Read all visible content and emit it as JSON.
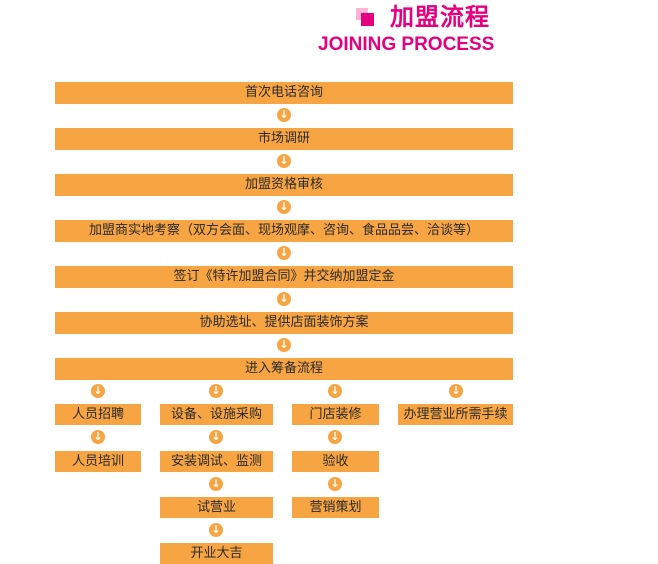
{
  "header": {
    "title_cn": "加盟流程",
    "title_en": "JOINING PROCESS",
    "accent_color": "#e4007f",
    "icon": "squares-icon"
  },
  "colors": {
    "box": "#f7a443",
    "arrow": "#f7a443",
    "text": "#2b2b2b"
  },
  "main_steps": [
    "首次电话咨询",
    "市场调研",
    "加盟资格审核",
    "加盟商实地考察（双方会面、现场观摩、咨询、食品品尝、洽谈等）",
    "签订《特许加盟合同》并交纳加盟定金",
    "协助选址、提供店面装饰方案",
    "进入筹备流程"
  ],
  "branches": {
    "staff": [
      "人员招聘",
      "人员培训"
    ],
    "equipment": [
      "设备、设施采购",
      "安装调试、监测",
      "试营业",
      "开业大吉"
    ],
    "store": [
      "门店装修",
      "验收",
      "营销策划"
    ],
    "license": [
      "办理营业所需手续"
    ]
  },
  "arrow_icon": "down-arrow-icon"
}
